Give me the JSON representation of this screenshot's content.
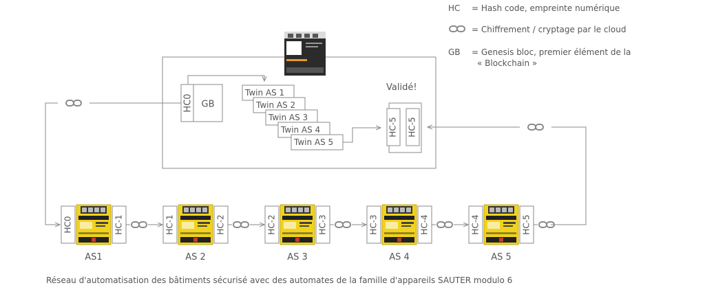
{
  "legend": {
    "hc_key": "HC",
    "hc_desc": "= Hash code, empreinte numérique",
    "chain_desc": "= Chiffrement / cryptage par le cloud",
    "gb_key": "GB",
    "gb_desc_line1": "= Genesis bloc, premier élément de la",
    "gb_desc_line2": "« Blockchain »"
  },
  "cloud": {
    "hc0": "HC0",
    "gb": "GB",
    "twins": [
      "Twin AS 1",
      "Twin AS 2",
      "Twin AS 3",
      "Twin AS 4",
      "Twin AS 5"
    ],
    "validated": "Validé!",
    "hc5_left": "HC-5",
    "hc5_right": "HC-5"
  },
  "devices": [
    {
      "left_hc": "HC0",
      "right_hc": "HC-1",
      "label": "AS1"
    },
    {
      "left_hc": "HC-1",
      "right_hc": "HC-2",
      "label": "AS 2"
    },
    {
      "left_hc": "HC-2",
      "right_hc": "HC-3",
      "label": "AS 3"
    },
    {
      "left_hc": "HC-3",
      "right_hc": "HC-4",
      "label": "AS 4"
    },
    {
      "left_hc": "HC-4",
      "right_hc": "HC-5",
      "label": "AS 5"
    }
  ],
  "caption": "Réseau d'automatisation des bâtiments sécurisé avec des automates de la famille d'appareils SAUTER modulo 6",
  "colors": {
    "device_yellow": "#f2d31b",
    "line_gray": "#8a8a8a",
    "text_gray": "#555555"
  }
}
